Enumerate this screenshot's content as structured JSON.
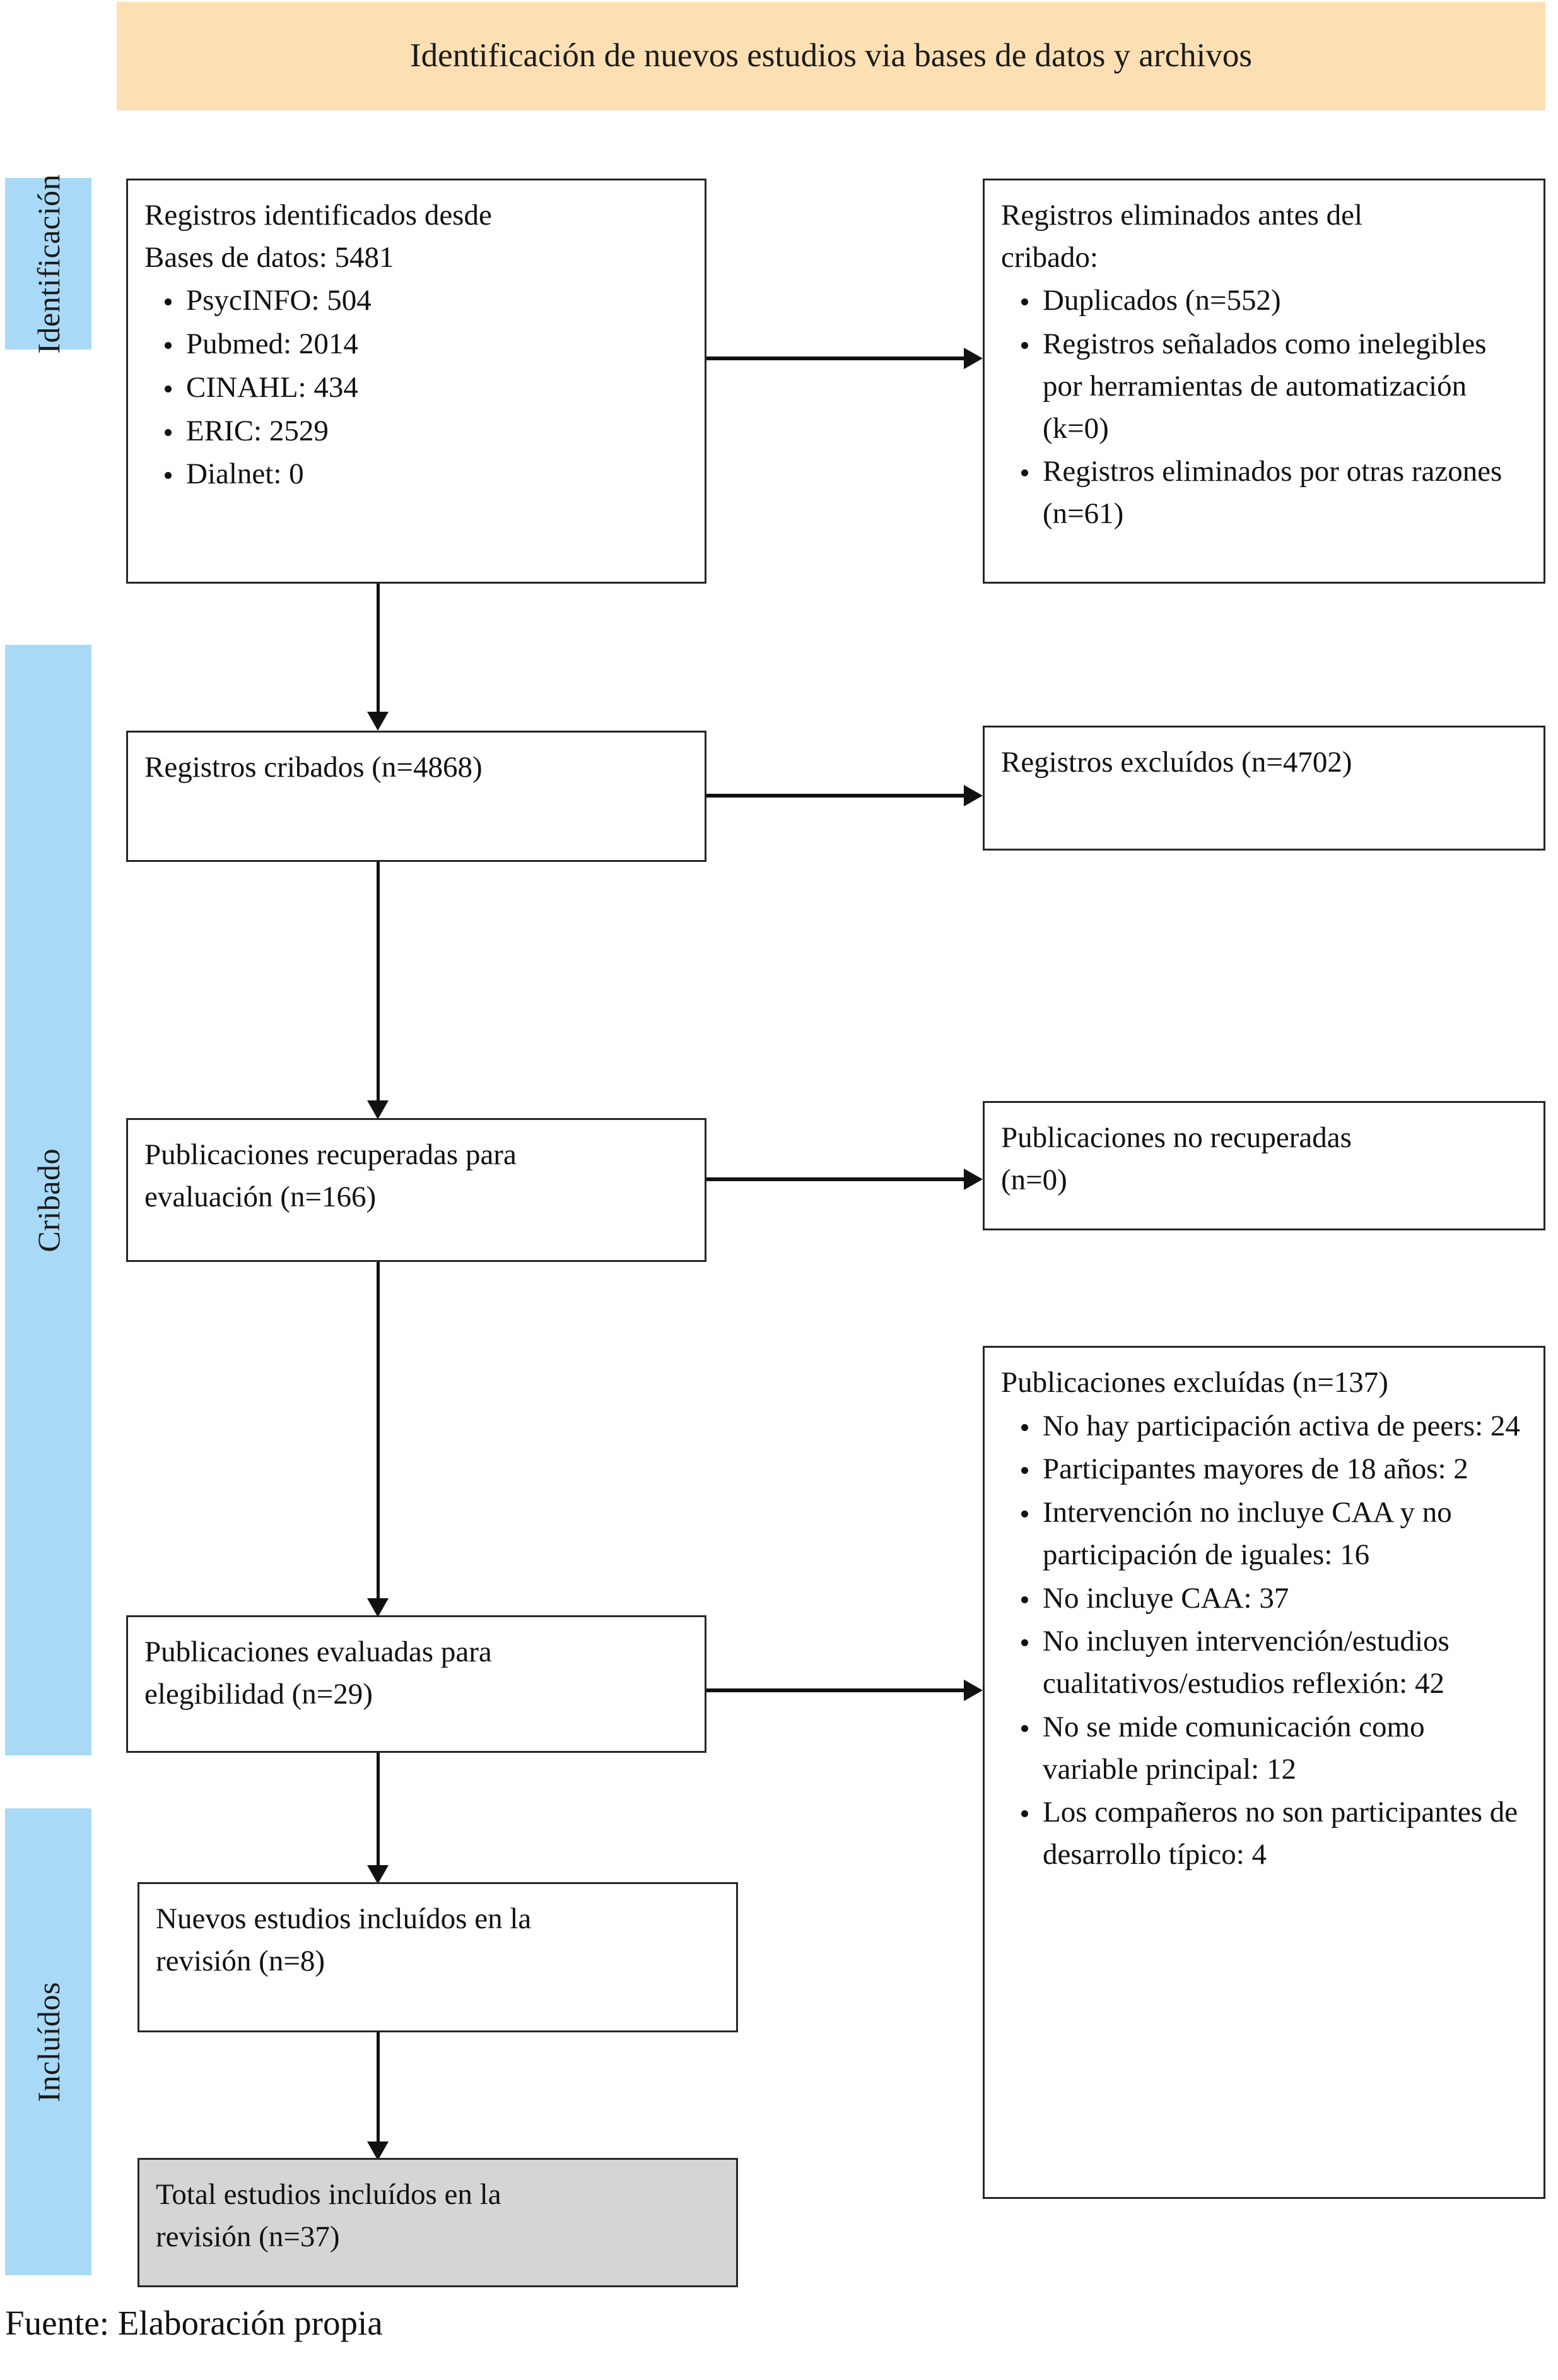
{
  "banner": {
    "title": "Identificación de nuevos estudios via bases de datos y archivos",
    "color": "#FCE0B4"
  },
  "phases": {
    "band_color": "#A8DAF7",
    "items": [
      {
        "label": "Identificación"
      },
      {
        "label": "Cribado"
      },
      {
        "label": "Incluídos"
      }
    ]
  },
  "boxes": {
    "identified": {
      "lead": "Registros identificados desde\nBases de datos: 5481",
      "items": [
        "PsycINFO: 504",
        "Pubmed: 2014",
        "CINAHL: 434",
        "ERIC: 2529",
        "Dialnet: 0"
      ]
    },
    "removed_before_screening": {
      "lead": "Registros eliminados antes del\ncribado:",
      "items": [
        "Duplicados (n=552)",
        "Registros señalados como ineleg­ibles por herramientas de automatización (k=0)",
        "Registros eliminados por otras razones (n=61)"
      ]
    },
    "screened": {
      "lead": "Registros cribados (n=4868)"
    },
    "records_excluded": {
      "lead": "Registros excluídos (n=4702)"
    },
    "reports_sought": {
      "lead": "Publicaciones recuperadas para\nevaluación (n=166)"
    },
    "reports_not_retrieved": {
      "lead": "Publicaciones no recuperadas\n(n=0)"
    },
    "reports_assessed": {
      "lead": "Publicaciones evaluadas para\nelegibilidad (n=29)"
    },
    "reports_excluded": {
      "lead": "Publicaciones excluídas (n=137)",
      "items": [
        "No hay participación activa de peers: 24",
        "Participantes mayores de 18 años: 2",
        "Intervención no incluye CAA y no participación de iguales: 16",
        "No incluye CAA: 37",
        "No incluyen intervención/estudios cualitativos/estudios reflexión: 42",
        "No se mide comunicación como variable principal: 12",
        "Los compañeros no son participantes de desarrollo típico: 4"
      ]
    },
    "new_studies_included": {
      "lead": "Nuevos estudios incluídos en la\nrevisión (n=8)"
    },
    "total_included": {
      "lead": "Total estudios incluídos en la\nrevisión (n=37)",
      "fill": "#D5D5D5"
    }
  },
  "footer": {
    "source": "Fuente: Elaboración propia"
  },
  "chart_data": {
    "type": "diagram",
    "title": "Identificación de nuevos estudios via bases de datos y archivos",
    "flow": [
      {
        "stage": "Registros identificados desde Bases de datos",
        "n": 5481
      },
      {
        "stage": "PsycINFO",
        "n": 504
      },
      {
        "stage": "Pubmed",
        "n": 2014
      },
      {
        "stage": "CINAHL",
        "n": 434
      },
      {
        "stage": "ERIC",
        "n": 2529
      },
      {
        "stage": "Dialnet",
        "n": 0
      },
      {
        "stage": "Duplicados eliminados",
        "n": 552
      },
      {
        "stage": "Ineleg­ibles por herramientas de automatización",
        "n": 0
      },
      {
        "stage": "Eliminados por otras razones",
        "n": 61
      },
      {
        "stage": "Registros cribados",
        "n": 4868
      },
      {
        "stage": "Registros excluídos",
        "n": 4702
      },
      {
        "stage": "Publicaciones recuperadas para evaluación",
        "n": 166
      },
      {
        "stage": "Publicaciones no recuperadas",
        "n": 0
      },
      {
        "stage": "Publicaciones evaluadas para elegibilidad",
        "n": 29
      },
      {
        "stage": "Publicaciones excluídas",
        "n": 137
      },
      {
        "stage": "Nuevos estudios incluídos en la revisión",
        "n": 8
      },
      {
        "stage": "Total estudios incluídos en la revisión",
        "n": 37
      }
    ]
  }
}
